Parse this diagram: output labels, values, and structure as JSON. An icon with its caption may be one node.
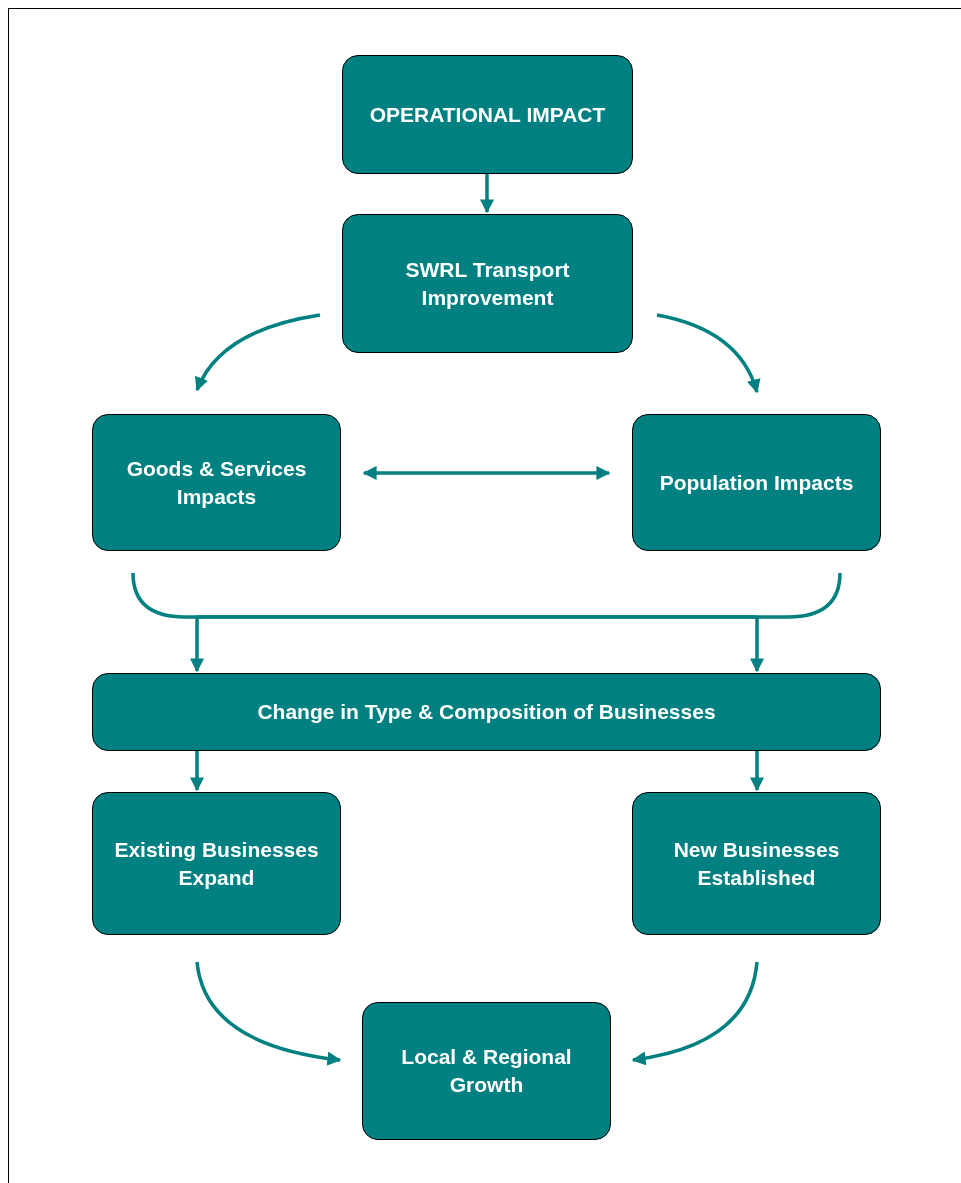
{
  "diagram": {
    "nodes": [
      {
        "text": [
          "OPERATIONAL IMPACT"
        ]
      },
      {
        "text": [
          "SWRL Transport Improvement"
        ]
      },
      {
        "text": [
          "Goods & Services Impacts"
        ]
      },
      {
        "text": [
          "Population Impacts"
        ]
      },
      {
        "text": [
          "Change in Type & Composition of Businesses"
        ]
      },
      {
        "text": [
          "Existing Businesses Expand"
        ]
      },
      {
        "text": [
          "New Businesses Established"
        ]
      },
      {
        "text": [
          "Local & Regional Growth"
        ]
      }
    ],
    "edges": [
      {
        "from": 0,
        "to": 1,
        "arrow": "to"
      },
      {
        "from": 1,
        "to": 2,
        "arrow": "to"
      },
      {
        "from": 1,
        "to": 3,
        "arrow": "to"
      },
      {
        "from": 2,
        "to": 3,
        "arrow": "both"
      },
      {
        "from": 2,
        "to": 4,
        "arrow": "to"
      },
      {
        "from": 3,
        "to": 4,
        "arrow": "to"
      },
      {
        "from": 4,
        "to": 5,
        "arrow": "to"
      },
      {
        "from": 4,
        "to": 6,
        "arrow": "to"
      },
      {
        "from": 5,
        "to": 7,
        "arrow": "to"
      },
      {
        "from": 6,
        "to": 7,
        "arrow": "to"
      }
    ]
  }
}
